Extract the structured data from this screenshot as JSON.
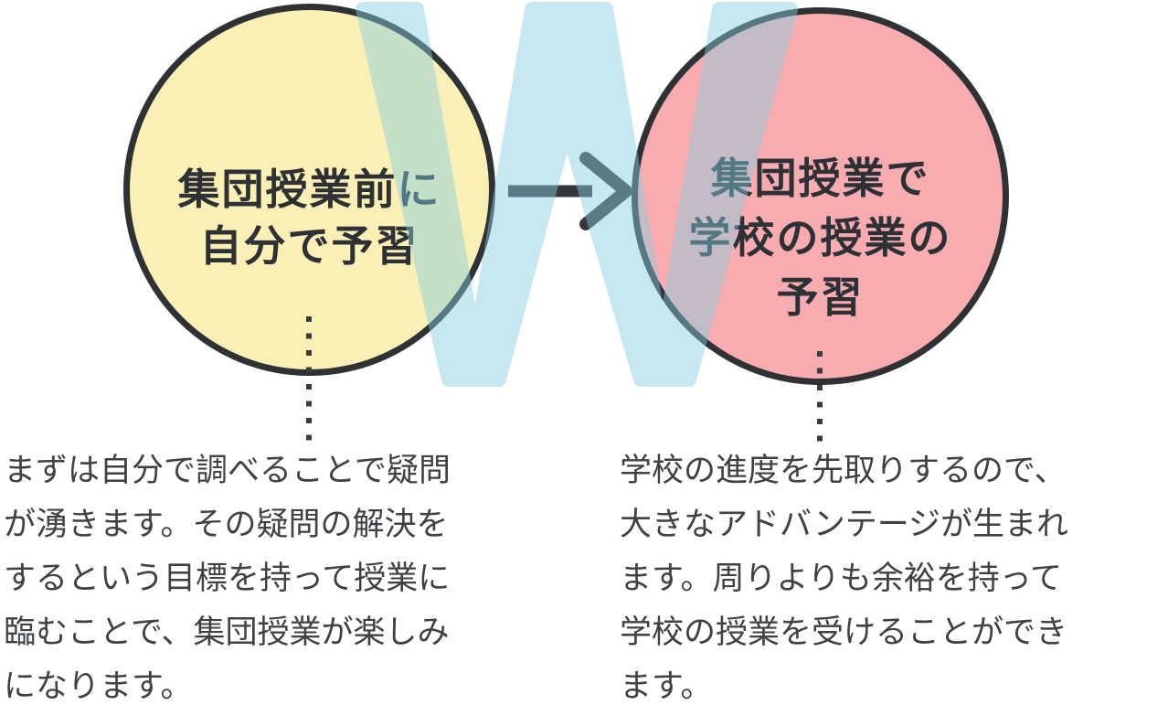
{
  "diagram": {
    "watermark_letter": "W",
    "left_circle": {
      "title_lines": [
        "集団授業前に",
        "自分で予習"
      ],
      "fill_color": "#faefb4"
    },
    "right_circle": {
      "title_lines": [
        "集団授業で",
        "学校の授業の",
        "予習"
      ],
      "fill_color": "#f8acb0"
    },
    "left_description_lines": [
      "まずは自分で調べることで疑問",
      "が湧きます。その疑問の解決を",
      "するという目標を持って授業に",
      "臨むことで、集団授業が楽しみ",
      "になります。"
    ],
    "right_description_lines": [
      "学校の進度を先取りするので、",
      "大きなアドバンテージが生まれ",
      "ます。周りよりも余裕を持って",
      "学校の授業を受けることができ",
      "ます。"
    ],
    "colors": {
      "circle_outline": "#2f3235",
      "arrow": "#33373b",
      "watermark_blue": "#c8e9f2",
      "title_text": "#2d3135",
      "body_text": "#3e4245",
      "dotted_line": "#3a3d40"
    }
  }
}
